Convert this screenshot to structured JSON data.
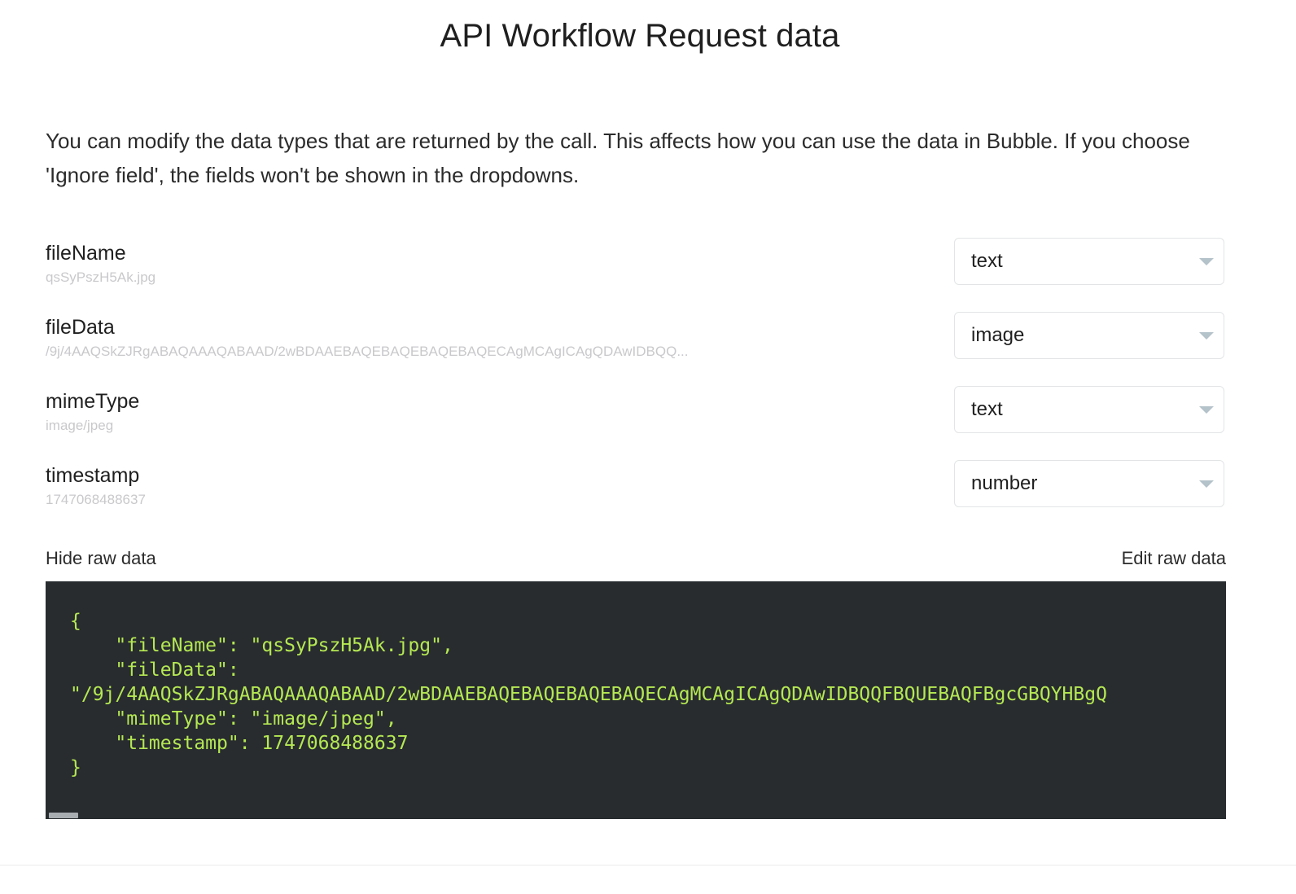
{
  "page": {
    "title": "API Workflow Request data",
    "description": "You can modify the data types that are returned by the call. This affects how you can use the data in Bubble. If you choose 'Ignore field', the fields won't be shown in the dropdowns."
  },
  "fields": [
    {
      "name": "fileName",
      "value_preview": "qsSyPszH5Ak.jpg",
      "type": "text"
    },
    {
      "name": "fileData",
      "value_preview": "/9j/4AAQSkZJRgABAQAAAQABAAD/2wBDAAEBAQEBAQEBAQEBAQECAgMCAgICAgQDAwIDBQQ...",
      "type": "image"
    },
    {
      "name": "mimeType",
      "value_preview": "image/jpeg",
      "type": "text"
    },
    {
      "name": "timestamp",
      "value_preview": "1747068488637",
      "type": "number"
    }
  ],
  "raw_data": {
    "hide_label": "Hide raw data",
    "edit_label": "Edit raw data",
    "json_text": "{\n    \"fileName\": \"qsSyPszH5Ak.jpg\",\n    \"fileData\":\n\"/9j/4AAQSkZJRgABAQAAAQABAAD/2wBDAAEBAQEBAQEBAQEBAQECAgMCAgICAgQDAwIDBQQFBQUEBAQFBgcGBQYHBgQ\n    \"mimeType\": \"image/jpeg\",\n    \"timestamp\": 1747068488637\n}"
  },
  "colors": {
    "code_background": "#282c2f",
    "code_text": "#b5e853",
    "dropdown_border": "#e2e4e6",
    "caret": "#b4c2ca",
    "subtitle_text": "#c9c9cc"
  },
  "icons": {
    "caret": "chevron-down-icon"
  }
}
